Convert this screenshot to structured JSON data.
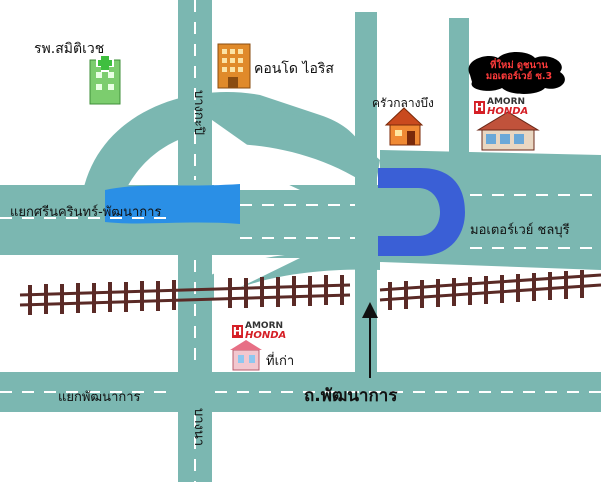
{
  "map": {
    "places": {
      "hospital": "รพ.สมิติเวช",
      "condo": "คอนโด ไอริส",
      "restaurant": "ครัวกลางบึง",
      "new_location_line1": "ที่ใหม่ ดูชนาน",
      "new_location_line2": "มอเตอร์เวย์ ซ.3",
      "old_location": "ที่เก่า"
    },
    "roads": {
      "srinakarin_junction": "แยกศรีนครินทร์-พัฒนาการ",
      "motorway": "มอเตอร์เวย์ ชลบุรี",
      "pattanakarn_junction": "แยกพัฒนาการ",
      "pattanakarn_road": "ถ.พัฒนาการ",
      "bangna_upper": "บางกะปิ",
      "bangna_lower": "บางนา"
    },
    "brand": {
      "mark": "H",
      "name_top": "AMORN",
      "name_bottom": "HONDA"
    },
    "colors": {
      "road": "#7bb7b1",
      "water": "#2a8fe6",
      "uturn": "#3a5fd6",
      "rail": "#5a2a26",
      "brand_red": "#d51f26"
    },
    "icons": [
      "hospital-icon",
      "condo-building-icon",
      "house-icon",
      "dealership-icon",
      "north-arrow-icon"
    ]
  }
}
